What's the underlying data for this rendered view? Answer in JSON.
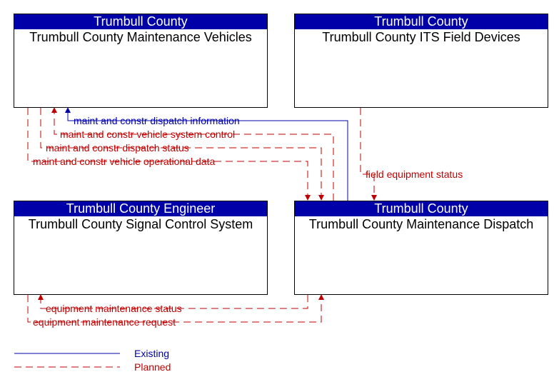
{
  "nodes": [
    {
      "header": "Trumbull County",
      "name": "Trumbull County Maintenance Vehicles"
    },
    {
      "header": "Trumbull County",
      "name": "Trumbull County ITS Field Devices"
    },
    {
      "header": "Trumbull County Engineer",
      "name": "Trumbull County Signal Control System"
    },
    {
      "header": "Trumbull County",
      "name": "Trumbull County Maintenance Dispatch"
    }
  ],
  "flows": [
    {
      "label": "maint and constr dispatch information",
      "status": "existing"
    },
    {
      "label": "maint and constr vehicle system control",
      "status": "planned"
    },
    {
      "label": "maint and constr dispatch status",
      "status": "planned"
    },
    {
      "label": "maint and constr vehicle operational data",
      "status": "planned"
    },
    {
      "label": "field equipment status",
      "status": "planned"
    },
    {
      "label": "equipment maintenance status",
      "status": "planned"
    },
    {
      "label": "equipment maintenance request",
      "status": "planned"
    }
  ],
  "legend": {
    "existing": "Existing",
    "planned": "Planned"
  },
  "colors": {
    "header_bg": "#0000a8",
    "existing": "#0000a8",
    "planned": "#c00000"
  }
}
